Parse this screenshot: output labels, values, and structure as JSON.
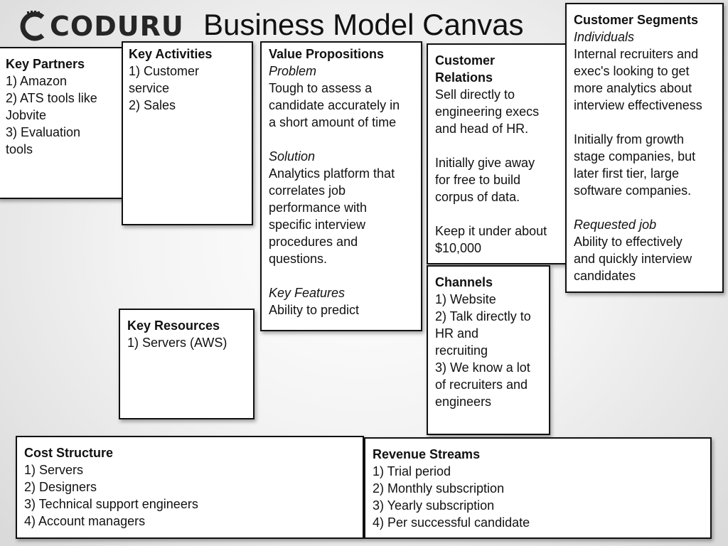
{
  "logo": {
    "text": "CODURU"
  },
  "title": "Business Model Canvas",
  "key_partners": {
    "heading": "Key Partners",
    "items": [
      "1) Amazon",
      "2) ATS tools like",
      "Jobvite",
      "3) Evaluation",
      "tools"
    ]
  },
  "key_activities": {
    "heading": "Key Activities",
    "items": [
      "1) Customer",
      "service",
      "2) Sales"
    ]
  },
  "value_propositions": {
    "heading": "Value Propositions",
    "problem_label": "Problem",
    "problem_lines": [
      "Tough to assess a",
      "candidate accurately in",
      "a short amount of time"
    ],
    "solution_label": "Solution",
    "solution_lines": [
      "Analytics platform that",
      "correlates job",
      "performance with",
      "specific interview",
      "procedures and",
      "questions."
    ],
    "features_label": "Key Features",
    "features_lines": [
      "Ability to predict"
    ]
  },
  "customer_relations": {
    "heading_lines": [
      "Customer",
      "Relations"
    ],
    "p1": [
      "Sell directly to",
      "engineering execs",
      "and head of HR."
    ],
    "p2": [
      "Initially give away",
      "for free to build",
      "corpus of data."
    ],
    "p3": [
      "Keep it under about",
      "$10,000"
    ]
  },
  "customer_segments": {
    "heading": "Customer Segments",
    "individuals_label": "Individuals",
    "individuals_lines": [
      "Internal recruiters and",
      "exec's looking to get",
      "more analytics about",
      "interview effectiveness"
    ],
    "growth_lines": [
      "Initially from growth",
      "stage companies, but",
      "later first tier, large",
      "software companies."
    ],
    "requested_label": "Requested job",
    "requested_lines": [
      "Ability to effectively",
      "and quickly interview",
      "candidates"
    ]
  },
  "channels": {
    "heading": "Channels",
    "items": [
      "1) Website",
      "2) Talk directly to",
      "HR and",
      "recruiting",
      "3) We know a lot",
      "of recruiters and",
      "engineers"
    ]
  },
  "key_resources": {
    "heading": "Key Resources",
    "items": [
      "1) Servers (AWS)"
    ]
  },
  "cost_structure": {
    "heading": "Cost Structure",
    "items": [
      "1) Servers",
      "2) Designers",
      "3) Technical support engineers",
      "4) Account managers"
    ]
  },
  "revenue_streams": {
    "heading": "Revenue Streams",
    "items": [
      "1) Trial period",
      "2) Monthly subscription",
      "3) Yearly subscription",
      "4) Per successful candidate"
    ]
  }
}
